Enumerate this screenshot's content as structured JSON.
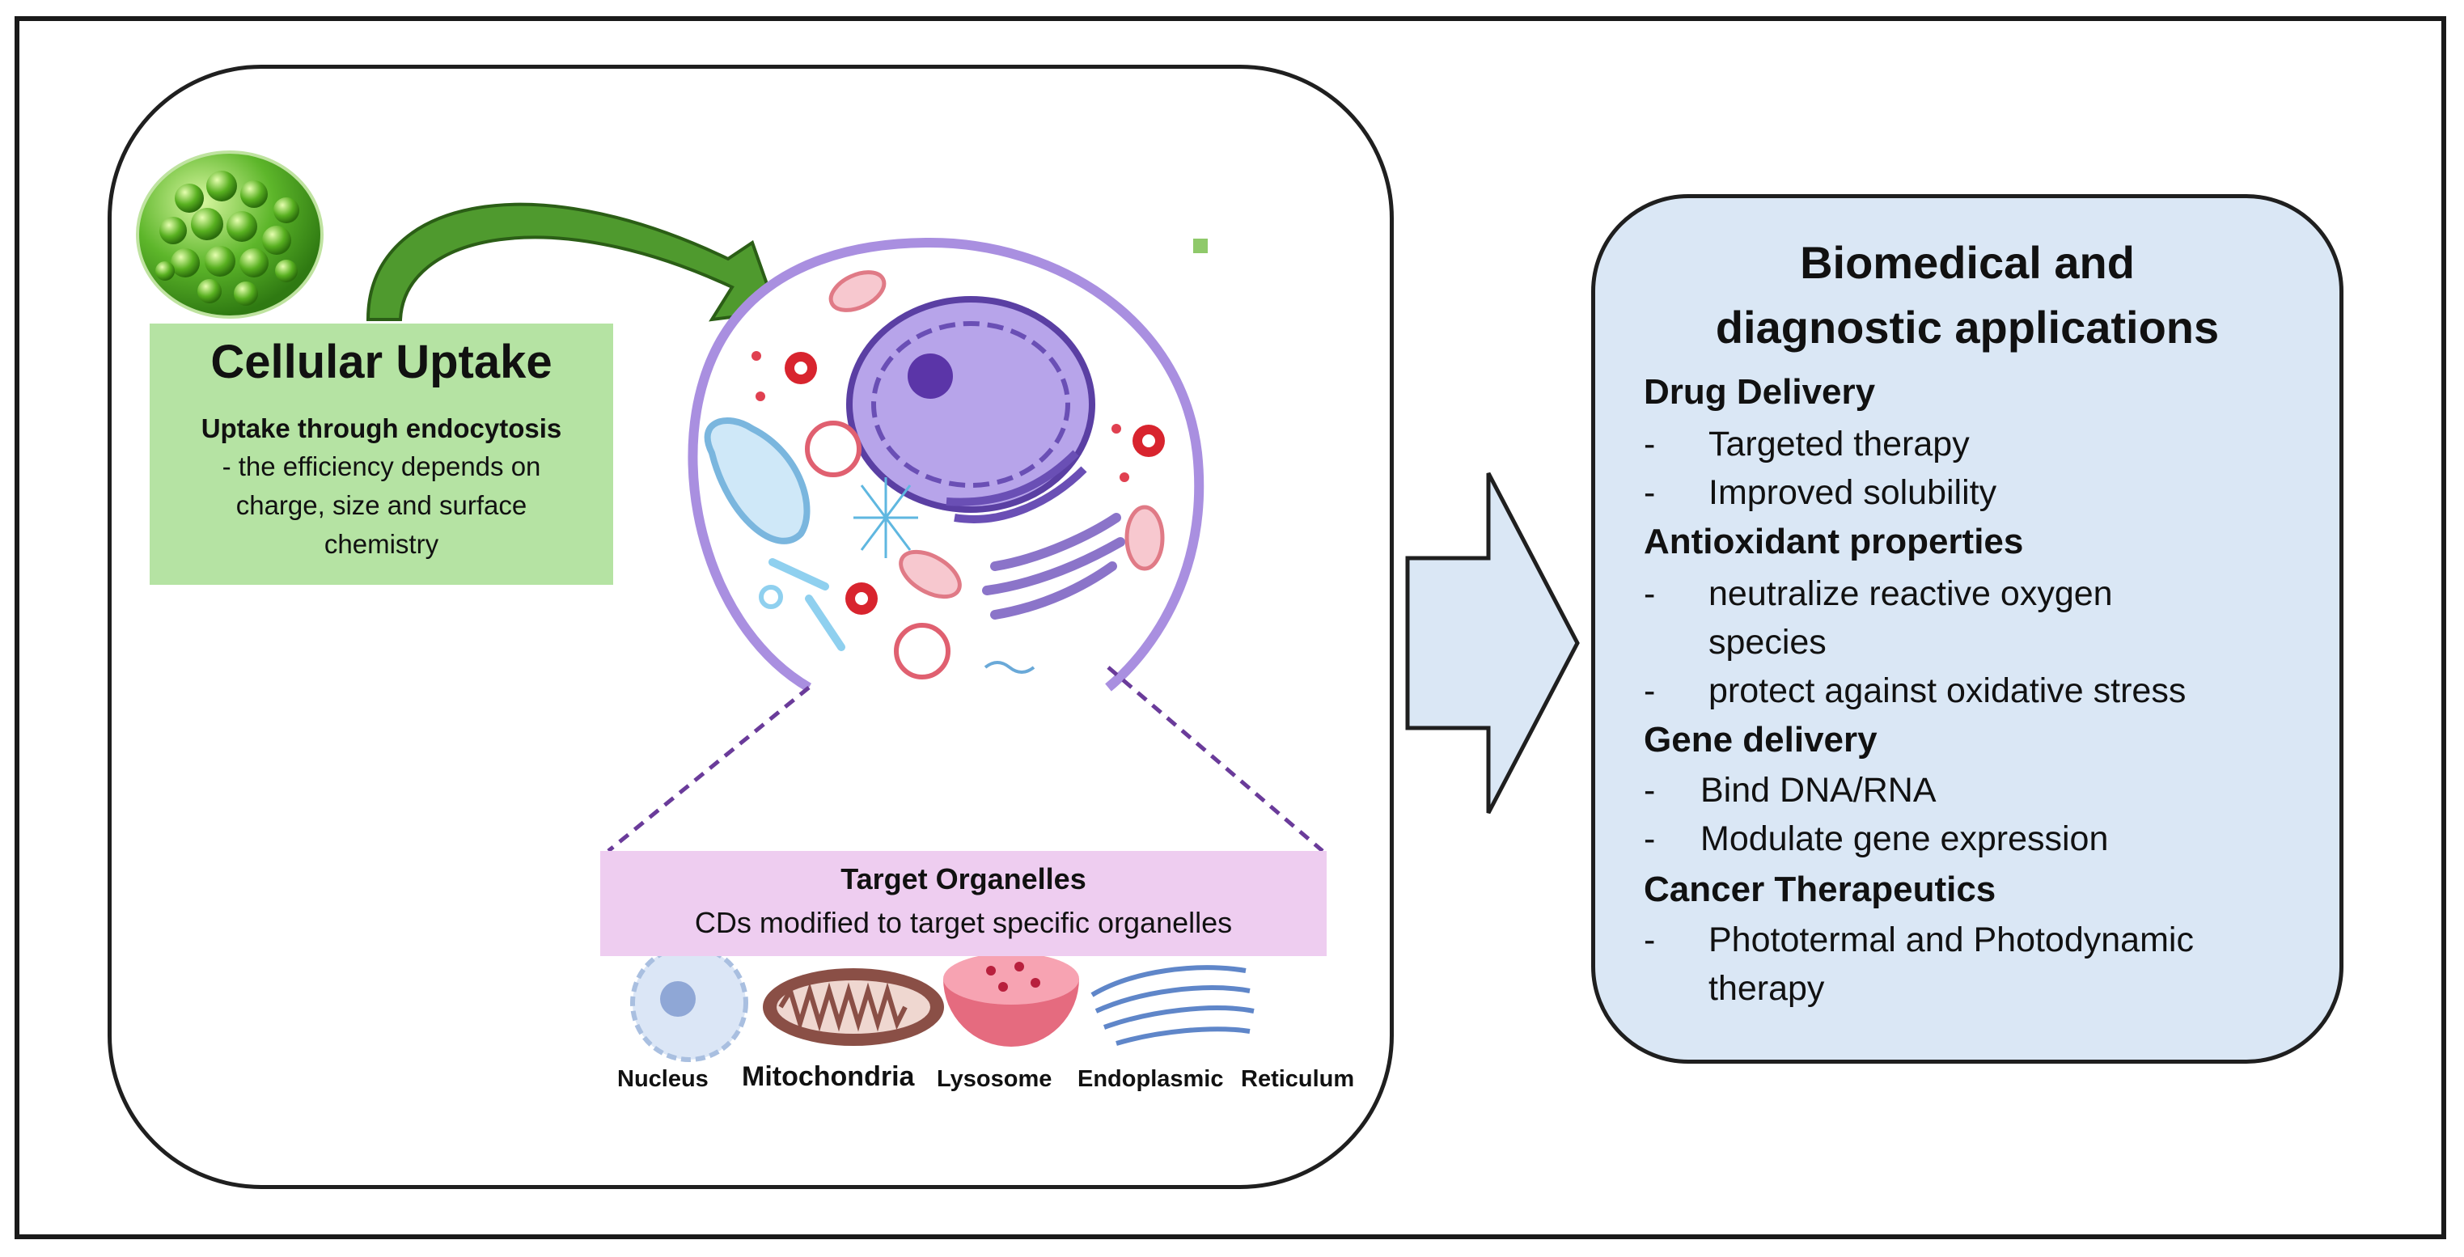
{
  "uptake": {
    "title": "Cellular Uptake",
    "subtitle": "Uptake through endocytosis",
    "description": "- the efficiency depends on charge, size and surface chemistry"
  },
  "target": {
    "title": "Target Organelles",
    "description": "CDs modified to target specific organelles"
  },
  "organelles": [
    "Nucleus",
    "Mitochondria",
    "Lysosome",
    "Endoplasmic",
    "Reticulum"
  ],
  "applications": {
    "title_line1": "Biomedical and",
    "title_line2": "diagnostic applications",
    "sections": [
      {
        "heading": "Drug Delivery",
        "items": [
          "Targeted therapy",
          "Improved solubility"
        ]
      },
      {
        "heading": "Antioxidant properties",
        "items": [
          "neutralize reactive oxygen",
          "species",
          "protect against oxidative stress"
        ]
      },
      {
        "heading": "Gene delivery",
        "items": [
          "Bind DNA/RNA",
          "Modulate gene expression"
        ]
      },
      {
        "heading": "Cancer Therapeutics",
        "items": [
          "Phototermal and  Photodynamic",
          "therapy"
        ]
      }
    ],
    "dash": "-"
  },
  "colors": {
    "uptake_box": "#b5e3a3",
    "target_box": "#eecdf0",
    "app_panel": "#dae7f5",
    "curved_arrow": "#4f9a2e",
    "cell_membrane": "#a98fe0"
  }
}
